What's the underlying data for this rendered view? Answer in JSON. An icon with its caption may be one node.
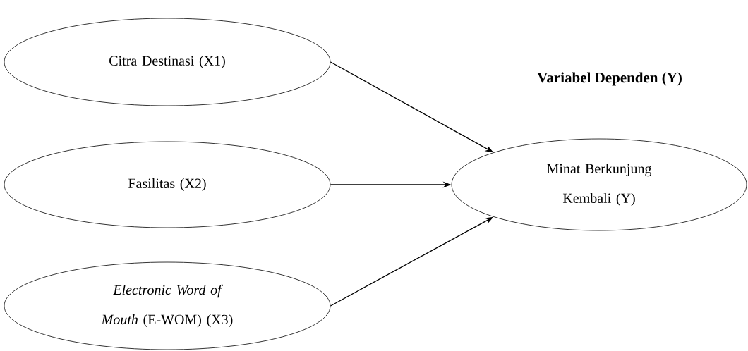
{
  "diagram": {
    "nodes": [
      {
        "text": [
          "Citra Destinasi (X1)"
        ]
      },
      {
        "text": [
          "Fasilitas (X2)"
        ]
      },
      {
        "text": [
          "*Electronic Word of Mouth* (E-WOM)  (X3)"
        ]
      },
      {
        "text": [
          "Variabel Dependen (Y)",
          "Minat Berkunjung Kembali (Y)"
        ]
      }
    ],
    "edges": [
      {
        "from": 0,
        "to": 3,
        "arrow": "to"
      },
      {
        "from": 1,
        "to": 3,
        "arrow": "to"
      },
      {
        "from": 2,
        "to": 3,
        "arrow": "to"
      }
    ]
  }
}
